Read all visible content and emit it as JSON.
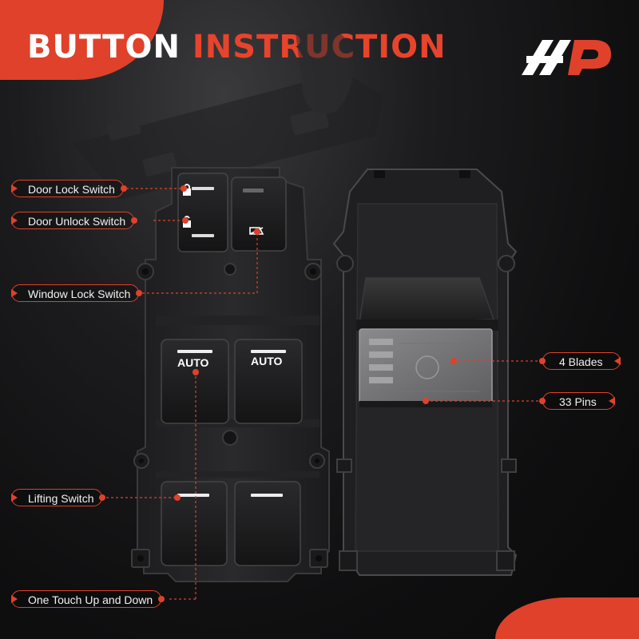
{
  "header": {
    "title_word1": "BUTTON",
    "title_word2": "INSTRUCTION"
  },
  "colors": {
    "accent": "#e0412a",
    "background": "#111111",
    "text": "#ffffff"
  },
  "logo": {
    "icon": "ap-brand-logo-icon"
  },
  "switch_buttons": {
    "front_left_label": "AUTO",
    "front_right_label": "AUTO"
  },
  "callouts_left": [
    {
      "id": "door-lock-switch",
      "text": "Door Lock Switch"
    },
    {
      "id": "door-unlock-switch",
      "text": "Door Unlock Switch"
    },
    {
      "id": "window-lock-switch",
      "text": "Window Lock Switch"
    },
    {
      "id": "lifting-switch",
      "text": "Lifting Switch"
    },
    {
      "id": "one-touch-up-down",
      "text": "One Touch Up and Down"
    }
  ],
  "callouts_right": [
    {
      "id": "blades",
      "text": "4 Blades"
    },
    {
      "id": "pins",
      "text": "33 Pins"
    }
  ],
  "icons": [
    "lock-icon",
    "unlock-icon",
    "window-lock-icon",
    "connector-icon"
  ]
}
